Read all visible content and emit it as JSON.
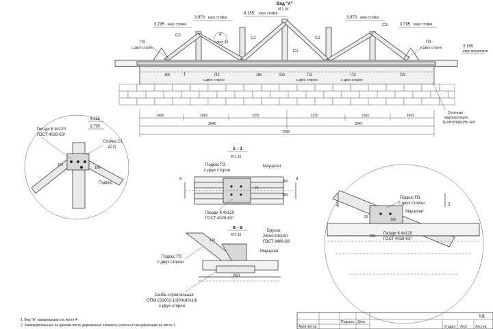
{
  "view_a": {
    "title": "Вид \"А\"",
    "scale": "М 1:30",
    "levels": [
      "4,155",
      "3,970",
      "3,970",
      "3,795",
      "3,795",
      "3,150"
    ],
    "level_notes": [
      "верх стойки",
      "верх стойки",
      "верх стойки",
      "верх стойки",
      "верх стойки",
      "верх мауэрлата"
    ],
    "labels_c": [
      "С3",
      "С2",
      "С1",
      "С2",
      "С3"
    ],
    "sheet_ref": [
      "4",
      "лист 16"
    ],
    "p3_left": [
      "П3",
      "с двух сторон"
    ],
    "p3_right": [
      "П3",
      "с двух сторон"
    ],
    "p2_left": [
      "П2",
      "с двух сторон"
    ],
    "p1": [
      "П1",
      "с двух сторон"
    ],
    "p2_right": [
      "П2",
      "с двух сторон"
    ],
    "section_mark": "1",
    "small_dims": [
      "400",
      "180",
      "520",
      "220"
    ],
    "dims_row1": [
      "1430",
      "1060",
      "1155",
      "1155",
      "1060",
      "1430"
    ],
    "dims_row2": [
      "3645",
      "3645"
    ],
    "dim_total": "7290",
    "insulation_note": [
      "Отсечная",
      "гидроизоляция",
      "ТЕХНОНИКОЛЬ 400"
    ]
  },
  "detail_node": {
    "nails": [
      "Гвозди К 4х120",
      "ГОСТ 4028-63*"
    ],
    "level_top": "4,155",
    "level_bottom": "3,795",
    "post": [
      "Стойка С1",
      "(С2)"
    ],
    "brace": "Подкос",
    "dims": [
      "100",
      "100"
    ]
  },
  "section_11": {
    "title": "1 - 1",
    "scale": "М 1:10",
    "brace": [
      "Подкос П3",
      "с двух сторон"
    ],
    "plate": "Мауэрлат",
    "cut_mark": "а",
    "nails": [
      "Гвозди К 4х120",
      "ГОСТ 4028-63*"
    ],
    "dims": [
      "150",
      "150",
      "25"
    ]
  },
  "section_aa": {
    "title": "а - а",
    "scale": "М 1:10",
    "block": [
      "Брусок",
      "260х120х150",
      "ГОСТ 8486-86"
    ],
    "plate": "Мауэрлат",
    "brace": [
      "Подкос П3",
      "с двух сторон"
    ],
    "dims": [
      "120",
      "260"
    ],
    "clamp": [
      "Скоба строительная",
      "ОПМ 231002-1(300х80х10)",
      "с двух сторон"
    ]
  },
  "detail_right": {
    "brace": [
      "Подкос П3",
      "с двух сторон"
    ],
    "plate": "Мауэрлат",
    "nails": [
      "Гвозди К 4х120",
      "ГОСТ 4028-63*"
    ],
    "marks": [
      "1",
      "1"
    ],
    "dims": [
      "100",
      "25",
      "290"
    ]
  },
  "notes": [
    "1. Вид \"А\" замаркирован на листе 4.",
    "2. Замаркированные на данном листе деревянные элементы учтены в спецификации на листе 2."
  ],
  "title_block": {
    "code": "КД",
    "signature": "Подпись",
    "date": "Дата",
    "architect": "Архитектор",
    "stage": "Стадия",
    "sheet": "Лист",
    "sheets": "Листов"
  }
}
